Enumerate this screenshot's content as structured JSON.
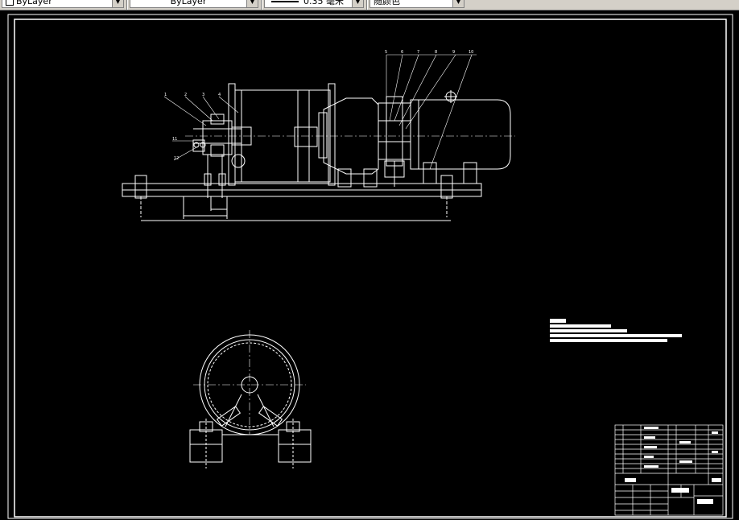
{
  "toolbar": {
    "color_control": {
      "value": "ByLayer"
    },
    "linetype_control": {
      "value": "ByLayer"
    },
    "lineweight_control": {
      "value": "0.35 毫米"
    },
    "plotstyle_control": {
      "value": "随颜色"
    }
  },
  "drawing": {
    "background": "#000000",
    "line_color": "#ffffff",
    "balloons_left": [
      "1",
      "2",
      "3",
      "4"
    ],
    "balloons_right": [
      "5",
      "6",
      "7",
      "8",
      "9",
      "10"
    ],
    "balloons_side": [
      "11",
      "12"
    ]
  },
  "window": {
    "accent": "#d4d0c8"
  }
}
